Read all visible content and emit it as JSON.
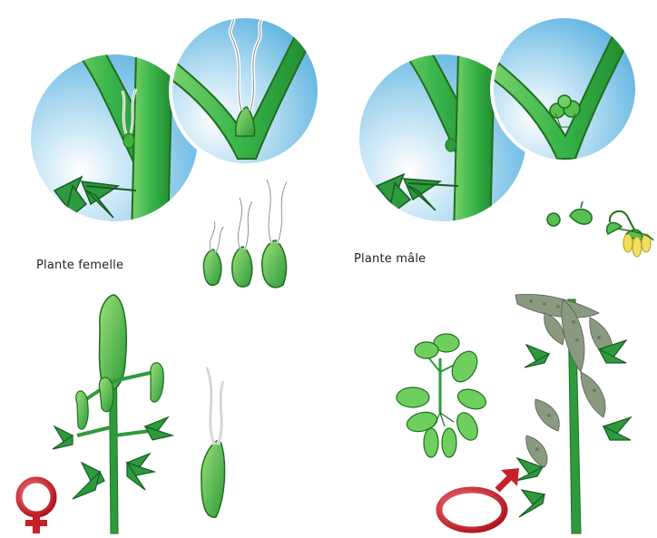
{
  "labels": {
    "female_plant": "Plante femelle",
    "male_plant": "Plante mâle"
  },
  "symbols": {
    "female": "venus-symbol",
    "male": "mars-symbol"
  },
  "colors": {
    "stem_green": "#3cb43c",
    "stem_dark": "#1e6e1e",
    "leaf_green": "#2e9a3e",
    "sky_blue": "#7fc6ea",
    "pistil_white": "#f2f2f2",
    "flower_yellow": "#f0e060",
    "symbol_red": "#c8202a"
  }
}
